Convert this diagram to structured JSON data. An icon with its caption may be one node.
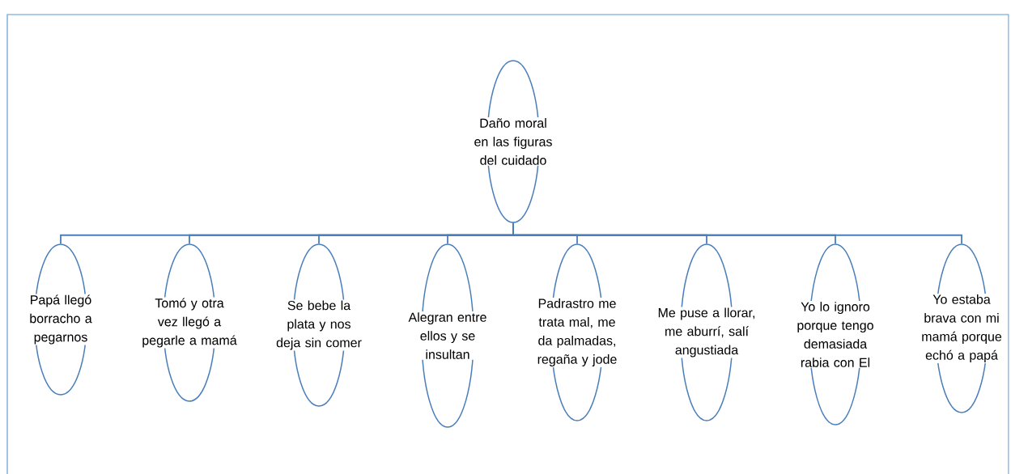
{
  "diagram": {
    "nodes": [
      {
        "text": [
          "Daño moral en las figuras del cuidado"
        ]
      },
      {
        "text": [
          "Papá llegó borracho a pegarnos"
        ]
      },
      {
        "text": [
          "Tomó y otra vez llegó a pegarle a mamá"
        ]
      },
      {
        "text": [
          "Se bebe la plata y nos deja sin comer"
        ]
      },
      {
        "text": [
          "Alegran entre ellos y se insultan"
        ]
      },
      {
        "text": [
          "Padrastro me trata mal, me da palmadas, regaña y jode"
        ]
      },
      {
        "text": [
          "Me puse a llorar, me aburrí, salí angustiada"
        ]
      },
      {
        "text": [
          "Yo lo ignoro porque tengo demasiada rabia con El"
        ]
      },
      {
        "text": [
          "Yo estaba brava con mi mamá porque echó a papá"
        ]
      }
    ],
    "edges": [
      {
        "from": 0,
        "to": 1,
        "arrow": "none"
      },
      {
        "from": 0,
        "to": 2,
        "arrow": "none"
      },
      {
        "from": 0,
        "to": 3,
        "arrow": "none"
      },
      {
        "from": 0,
        "to": 4,
        "arrow": "none"
      },
      {
        "from": 0,
        "to": 5,
        "arrow": "none"
      },
      {
        "from": 0,
        "to": 6,
        "arrow": "none"
      },
      {
        "from": 0,
        "to": 7,
        "arrow": "none"
      },
      {
        "from": 0,
        "to": 8,
        "arrow": "none"
      }
    ]
  }
}
